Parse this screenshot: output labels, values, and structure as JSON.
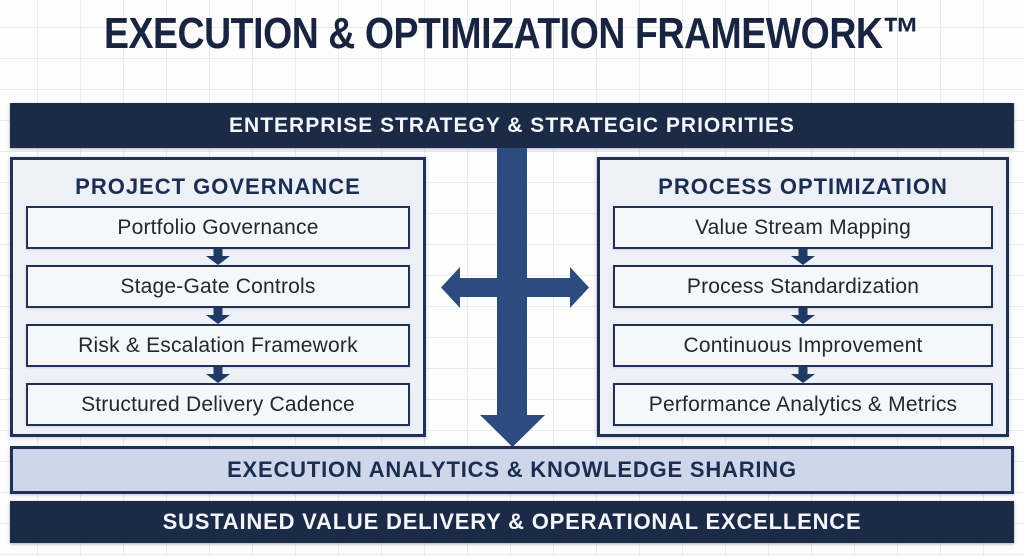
{
  "title": "EXECUTION & OPTIMIZATION FRAMEWORK™",
  "top_banner": {
    "label": "ENTERPRISE STRATEGY & STRATEGIC PRIORITIES"
  },
  "columns": [
    {
      "header": "PROJECT GOVERNANCE",
      "items": [
        "Portfolio Governance",
        "Stage-Gate Controls",
        "Risk & Escalation Framework",
        "Structured Delivery Cadence"
      ]
    },
    {
      "header": "PROCESS OPTIMIZATION",
      "items": [
        "Value Stream Mapping",
        "Process Standardization",
        "Continuous Improvement",
        "Performance Analytics & Metrics"
      ]
    }
  ],
  "bands": [
    {
      "label": "EXECUTION ANALYTICS & KNOWLEDGE SHARING",
      "style": "light"
    },
    {
      "label": "SUSTAINED VALUE DELIVERY & OPERATIONAL EXCELLENCE",
      "style": "dark"
    }
  ],
  "icons": {
    "flow_arrow": "down-arrow-icon",
    "exchange_arrow": "cross-double-arrow-icon"
  },
  "colors": {
    "navy_dark": "#1b2a46",
    "navy_border": "#1f3156",
    "arrow_blue": "#2c4c80",
    "arrow_small": "#203a66",
    "light_band_bg": "#cdd7e9",
    "panel_bg": "#edf0f6",
    "box_bg": "#f5f7fb",
    "title_color": "#182440",
    "header_text": "#1c2d52",
    "box_text": "#26262e"
  }
}
